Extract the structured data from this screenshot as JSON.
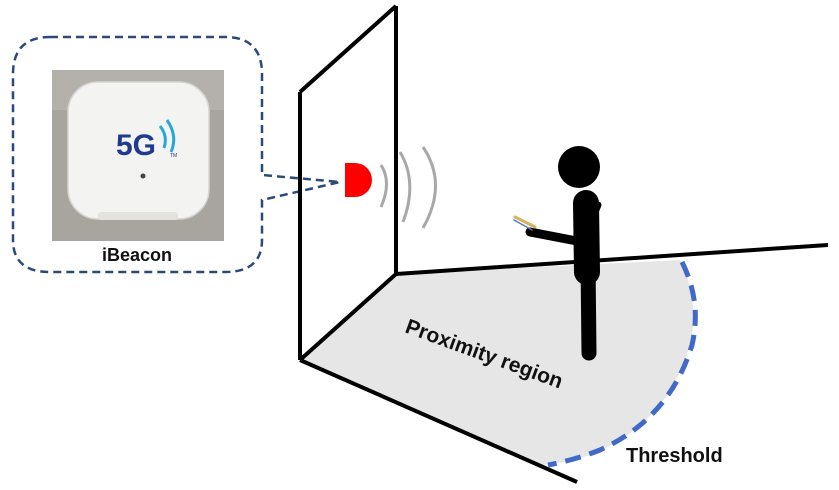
{
  "labels": {
    "device": "iBeacon",
    "region": "Proximity region",
    "threshold": "Threshold"
  },
  "device_logo": {
    "text": "5G",
    "tm": "TM"
  },
  "colors": {
    "beacon": "#ff0000",
    "threshold": "#4169c8",
    "callout": "#2b4a7a",
    "region_fill": "#e6e6e6",
    "lines": "#000000",
    "signal_waves": "#a8a8a8"
  }
}
